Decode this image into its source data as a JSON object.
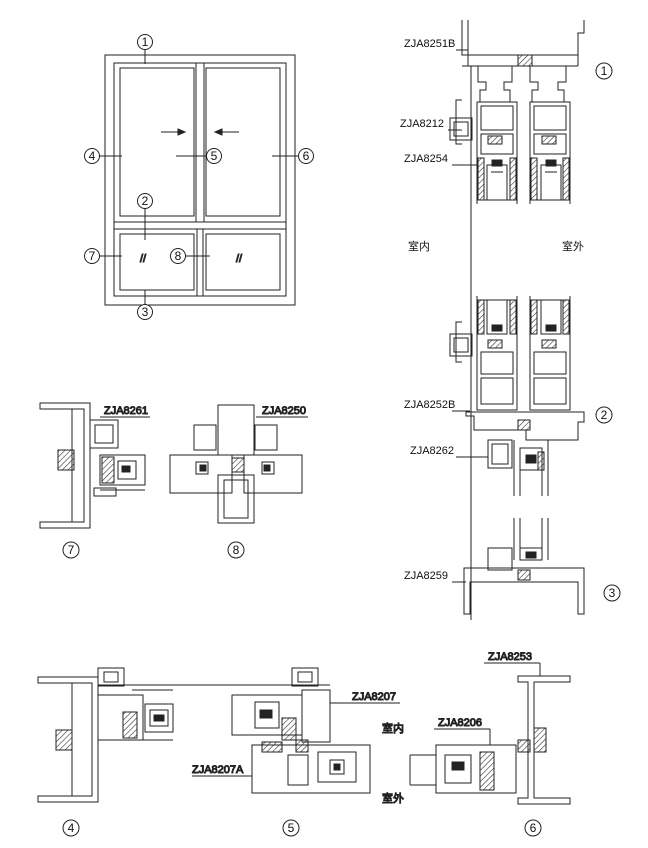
{
  "markers": {
    "m1": "1",
    "m2": "2",
    "m3": "3",
    "m4": "4",
    "m5": "5",
    "m6": "6",
    "m7": "7",
    "m8": "8"
  },
  "profiles": {
    "p8251B": "ZJA8251B",
    "p8212": "ZJA8212",
    "p8254": "ZJA8254",
    "p8252B": "ZJA8252B",
    "p8262": "ZJA8262",
    "p8259": "ZJA8259",
    "p8261": "ZJA8261",
    "p8250": "ZJA8250",
    "p8207": "ZJA8207",
    "p8207A": "ZJA8207A",
    "p8253": "ZJA8253",
    "p8206": "ZJA8206"
  },
  "sides": {
    "indoor": "室内",
    "outdoor": "室外"
  },
  "glass_mark": "//",
  "colors": {
    "line": "#222222",
    "hatch": "#444444",
    "background": "#ffffff"
  }
}
